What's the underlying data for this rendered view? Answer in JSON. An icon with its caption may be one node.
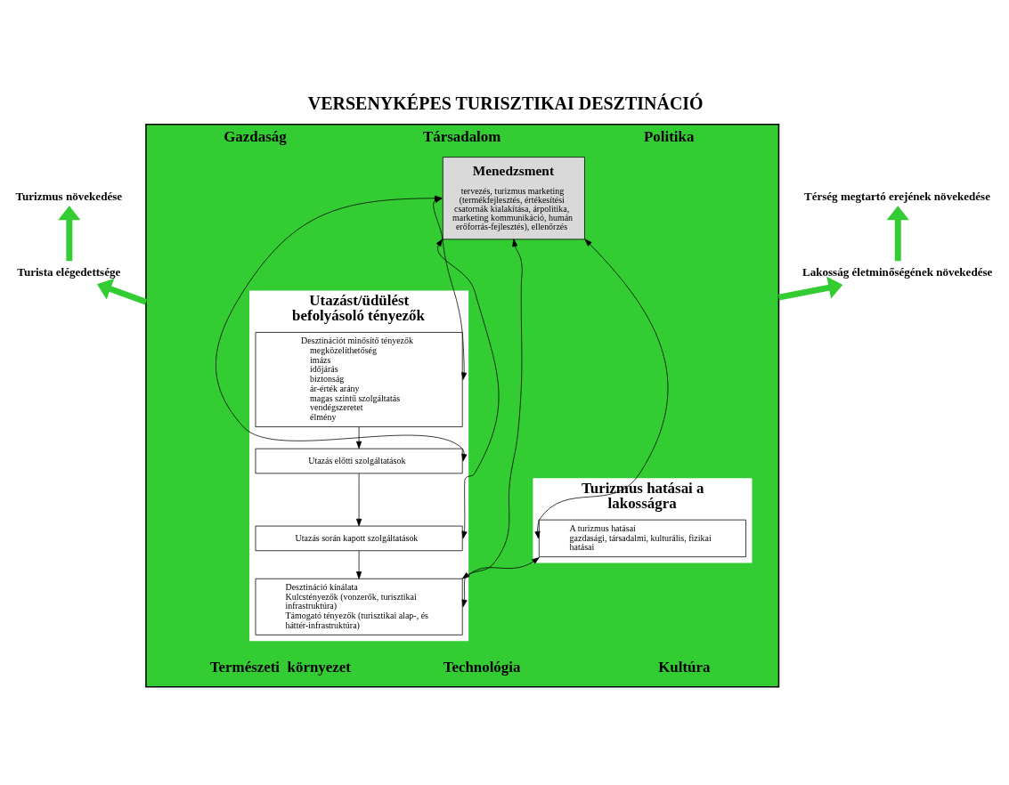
{
  "diagram": {
    "title": "VERSENYKÉPES TURISZTIKAI DESZTINÁCIÓ",
    "nodes": [
      {
        "text": [
          "Turizmus növekedése"
        ]
      },
      {
        "text": [
          "Térség megtartó erejének növekedése"
        ]
      },
      {
        "text": [
          "Turista elégedettsége"
        ]
      },
      {
        "text": [
          "Lakosság életminőségének növekedése"
        ]
      },
      {
        "text": [
          "Gazdaság",
          "Társadalom",
          "Politika",
          "Természeti  környezet",
          "Technológia",
          "Kultúra"
        ]
      },
      {
        "text": [
          "Utazást/üdülést befolyásoló tényezők"
        ],
        "in": 4
      },
      {
        "text": [
          "Desztinációt minősítő tényezők",
          "megközelíthetőség",
          "imázs",
          "időjárás",
          "biztonság",
          "ár-érték arány",
          "magas szintű szolgáltatás",
          "vendégszeretet",
          "élmény"
        ],
        "in": 5
      },
      {
        "text": [
          "Utazás előtti szolgáltatások"
        ],
        "in": 5
      },
      {
        "text": [
          "Utazás során kapott szolgáltatások"
        ],
        "in": 5
      },
      {
        "text": [
          "Desztináció kínálata",
          "Kulcstényezők (vonzerők, turisztikai infrastruktúra)",
          "Támogató tényezők (turisztikai alap-, és háttér-infrastruktúra)"
        ],
        "in": 5
      },
      {
        "text": [
          "Menedzsment",
          "tervezés, turizmus marketing (termékfejlesztés, értékesítési csatornák kialakítása, árpolitika, marketing kommunikáció, humán erőforrás-fejlesztés), ellenőrzés"
        ],
        "in": 4
      },
      {
        "text": [
          "Turizmus hatásai a lakosságra"
        ],
        "in": 4
      },
      {
        "text": [
          "A turizmus hatásai",
          "gazdasági, társadalmi, kulturális, fizikai hatásai"
        ],
        "in": 11
      }
    ],
    "edges": [
      {
        "from": 2,
        "to": 0,
        "arrow": "to",
        "style": "thick",
        "color": "#33cc33"
      },
      {
        "from": 3,
        "to": 1,
        "arrow": "to",
        "style": "thick",
        "color": "#33cc33"
      },
      {
        "from": 4,
        "to": 2,
        "arrow": "to",
        "style": "thick",
        "color": "#33cc33"
      },
      {
        "from": 4,
        "to": 3,
        "arrow": "to",
        "style": "thick",
        "color": "#33cc33"
      },
      {
        "from": 6,
        "to": 10,
        "arrow": "both"
      },
      {
        "from": 6,
        "to": 7,
        "arrow": "to"
      },
      {
        "from": 7,
        "to": 8,
        "arrow": "to"
      },
      {
        "from": 8,
        "to": 9,
        "arrow": "to"
      },
      {
        "from": 10,
        "to": 7,
        "arrow": "both"
      },
      {
        "from": 10,
        "to": 8,
        "arrow": "both"
      },
      {
        "from": 10,
        "to": 9,
        "arrow": "both"
      },
      {
        "from": 10,
        "to": 12,
        "arrow": "both"
      },
      {
        "from": 9,
        "to": 12,
        "arrow": "both"
      }
    ]
  }
}
